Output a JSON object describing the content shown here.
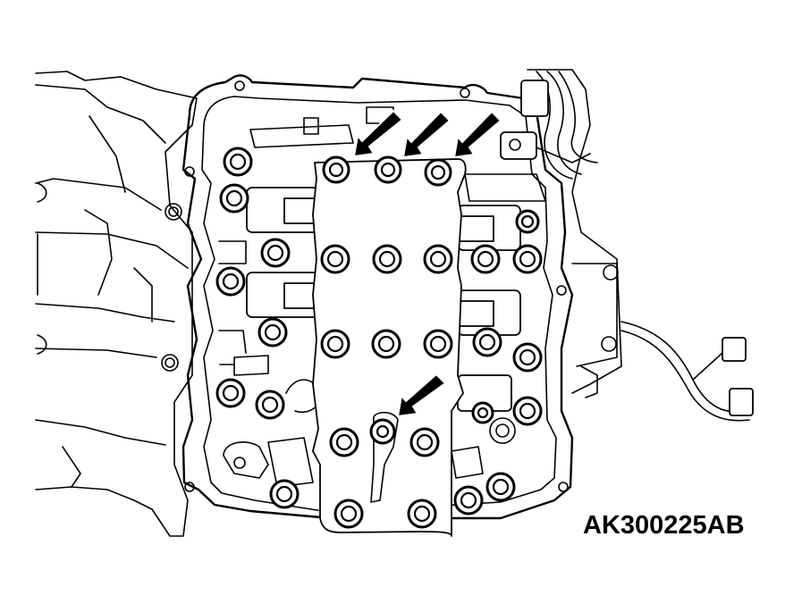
{
  "figure": {
    "id_label": "AK300225AB"
  },
  "diagram": {
    "subject": "transmission-valve-body",
    "arrow_count": 4,
    "colors": {
      "ink": "#000000",
      "background": "#ffffff"
    }
  }
}
